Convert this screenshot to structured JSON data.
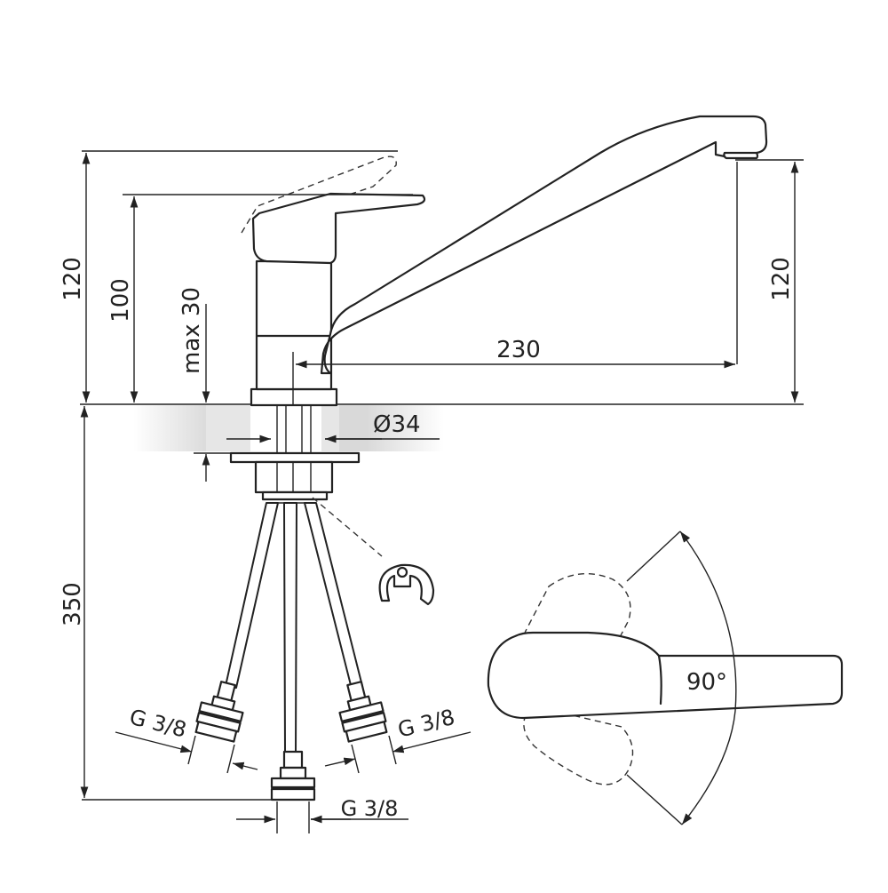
{
  "dimensions": {
    "overall_height_left": "120",
    "body_height": "100",
    "max_counter": "max 30",
    "spout_height_right": "120",
    "spout_reach": "230",
    "hole_diameter": "Ø34",
    "hose_length": "350",
    "connection_left": "G 3/8",
    "connection_right": "G 3/8",
    "connection_bottom": "G 3/8",
    "rotation_angle": "90°"
  },
  "colors": {
    "line": "#222222",
    "countertop": "#d9d9d9"
  }
}
